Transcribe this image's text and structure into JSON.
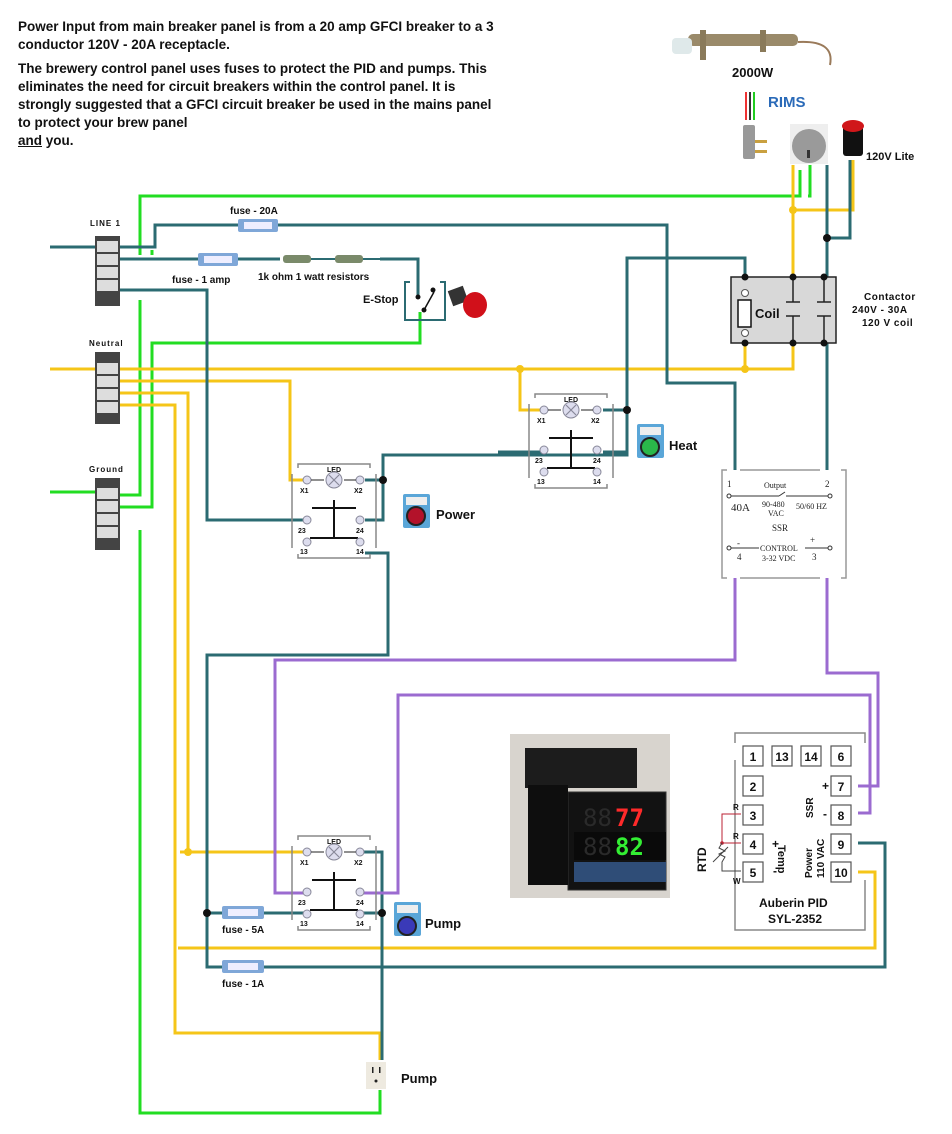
{
  "intro": {
    "para1": "Power Input from main breaker panel is from a 20 amp GFCI breaker to a 3 conductor 120V - 20A receptacle.",
    "para2": "The brewery control panel uses fuses to protect the PID and pumps. This eliminates the need for circuit breakers within the control panel. It is strongly suggested that a GFCI circuit breaker be used in the mains panel to protect your brew panel",
    "para2_underlined": "and",
    "para2_tail": " you."
  },
  "heater": {
    "wattage": "2000W",
    "name": "RIMS",
    "lamp_label": "120V Lite"
  },
  "terminal_blocks": {
    "line": "LINE 1",
    "neutral": "Neutral",
    "ground": "Ground"
  },
  "fuses": {
    "main": "fuse - 20A",
    "control": "fuse - 1 amp",
    "pump": "fuse - 5A",
    "pid": "fuse - 1A"
  },
  "resistors": "1k ohm 1 watt resistors",
  "estop": "E-Stop",
  "contactor": {
    "coil": "Coil",
    "line1": "Contactor",
    "line2": "240V - 30A",
    "line3": "120 V coil"
  },
  "switch": {
    "led": "LED",
    "x1": "X1",
    "x2": "X2",
    "t23": "23",
    "t24": "24",
    "t13": "13",
    "t14": "14"
  },
  "buttons": {
    "power": "Power",
    "heat": "Heat",
    "pump": "Pump"
  },
  "ssr": {
    "t1": "1",
    "t2": "2",
    "output": "Output",
    "amps": "40A",
    "vac1": "90-480",
    "vac2": "VAC",
    "hz": "50/60 HZ",
    "name": "SSR",
    "minus": "-",
    "plus": "+",
    "control": "CONTROL",
    "vdc": "3-32 VDC",
    "t4": "4",
    "t3": "3"
  },
  "pid_display": {
    "pv": "77",
    "sv": "82"
  },
  "pid": {
    "terminals_top": [
      "1",
      "13",
      "14",
      "6"
    ],
    "t2": "2",
    "t3": "3",
    "t4": "4",
    "t5": "5",
    "t7": "7",
    "t8": "8",
    "t9": "9",
    "t10": "10",
    "ssr_label": "SSR",
    "plus": "+",
    "minus": "-",
    "temp_label": "Temp",
    "power_label1": "Power",
    "power_label2": "110 VAC",
    "rtd": "RTD",
    "r": "R",
    "w": "W",
    "name": "Auberin PID",
    "model": "SYL-2352"
  },
  "pump_outlet": "Pump",
  "colors": {
    "ground": "#22dd22",
    "neutral": "#f5c518",
    "hot": "#2b6b72",
    "control": "#9b6bd0"
  }
}
